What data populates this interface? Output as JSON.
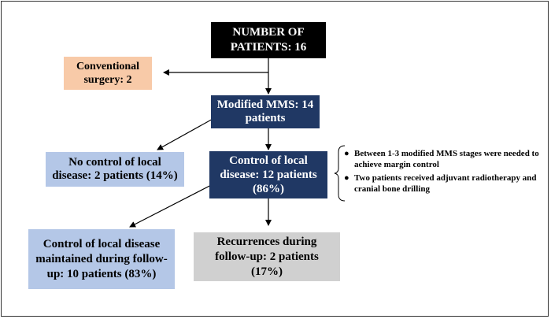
{
  "nodes": {
    "total": "NUMBER OF\nPATIENTS: 16",
    "conventional": "Conventional\nsurgery: 2",
    "modified": "Modified MMS: 14\npatients",
    "no_control": "No control of local\ndisease: 2 patients (14%)",
    "control": "Control of local\ndisease: 12 patients\n(86%)",
    "maintained": "Control of local disease\nmaintained during follow-\nup: 10 patients (83%)",
    "recurrences": "Recurrences during\nfollow-up: 2 patients\n(17%)"
  },
  "notes": [
    "Between 1-3 modified MMS stages were needed to achieve margin control",
    "Two patients received adjuvant radiotherapy and cranial bone drilling"
  ],
  "colors": {
    "total_fill": "#000000",
    "conventional_fill": "#f8caa8",
    "modified_fill": "#203864",
    "outcome_light_fill": "#b4c7e7",
    "recurrence_fill": "#d0d0d0"
  }
}
